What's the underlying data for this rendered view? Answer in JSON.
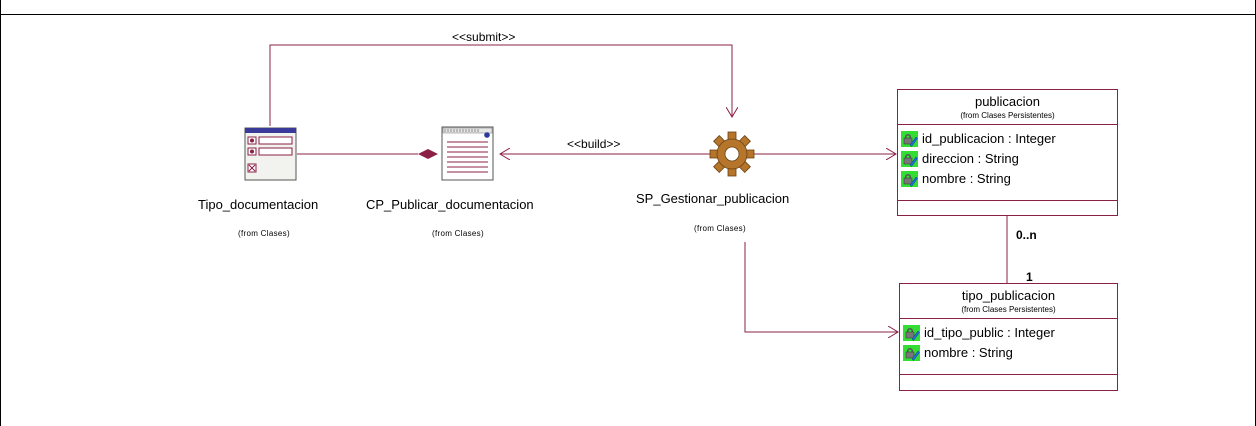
{
  "connectors": {
    "submit": "<<submit>>",
    "build": "<<build>>"
  },
  "nodes": {
    "tipo_documentacion": {
      "name": "Tipo_documentacion",
      "from": "(from Clases)"
    },
    "cp_publicar": {
      "name": "CP_Publicar_documentacion",
      "from": "(from Clases)"
    },
    "sp_gestionar": {
      "name": "SP_Gestionar_publicacion",
      "from": "(from Clases)"
    }
  },
  "classes": {
    "publicacion": {
      "title": "publicacion",
      "subtitle": "(from Clases Persistentes)",
      "attributes": [
        "id_publicacion : Integer",
        "direccion : String",
        "nombre : String"
      ]
    },
    "tipo_publicacion": {
      "title": "tipo_publicacion",
      "subtitle": "(from Clases Persistentes)",
      "attributes": [
        "id_tipo_public : Integer",
        "nombre : String"
      ]
    }
  },
  "multiplicity": {
    "many": "0..n",
    "one": "1"
  },
  "colors": {
    "line": "#8a2046",
    "gear": "#b5752a",
    "attr_icon_bg": "#33dd33"
  }
}
